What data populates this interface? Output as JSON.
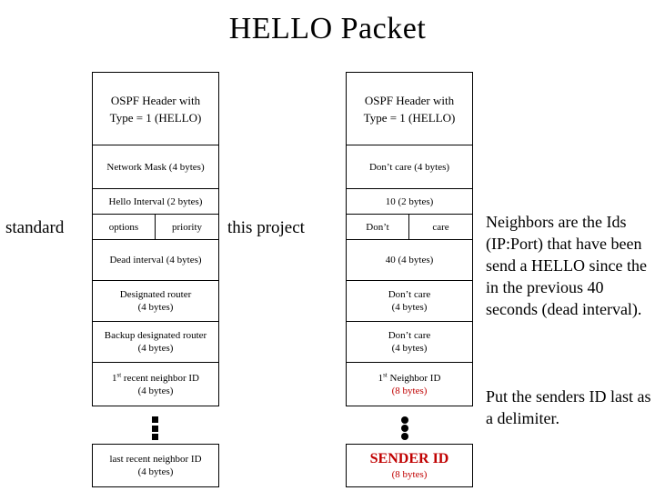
{
  "slide": {
    "title": "HELLO Packet",
    "accent_red": "#C00000",
    "background": "#FFFFFF"
  },
  "labels": {
    "left_column": "standard",
    "right_column": "this project"
  },
  "packet_standard": {
    "caption": "standard",
    "fields": [
      {
        "line1": "OSPF Header with",
        "line2": "Type = 1 (HELLO)"
      },
      {
        "line1": "Network Mask (4 bytes)"
      },
      {
        "line1": "Hello Interval (2 bytes)"
      },
      {
        "split": true,
        "left": "options",
        "right": "priority"
      },
      {
        "line1": "Dead interval (4 bytes)"
      },
      {
        "line1": "Designated router",
        "line2": "(4 bytes)"
      },
      {
        "line1": "Backup designated router",
        "line2": "(4 bytes)"
      },
      {
        "line1_pre": "1",
        "line1_sup": "st",
        "line1_post": " recent neighbor ID",
        "line2": "(4 bytes)"
      }
    ],
    "ellipsis": "vertical-dots-square",
    "tail": {
      "line1": "last recent neighbor ID",
      "line2": "(4 bytes)"
    }
  },
  "packet_project": {
    "caption": "this project",
    "fields": [
      {
        "line1": "OSPF Header with",
        "line2": "Type = 1 (HELLO)"
      },
      {
        "line1": "Don’t care (4 bytes)"
      },
      {
        "line1": "10 (2 bytes)"
      },
      {
        "split": true,
        "left": "Don’t",
        "right": "care"
      },
      {
        "line1": "40 (4 bytes)"
      },
      {
        "line1": "Don’t care",
        "line2": "(4 bytes)"
      },
      {
        "line1": "Don’t care",
        "line2": "(4 bytes)"
      },
      {
        "line1_pre": "1",
        "line1_sup": "st",
        "line1_post": " Neighbor ID",
        "line2": "(8 bytes)",
        "line2_red": true
      }
    ],
    "ellipsis": "vertical-dots-circle",
    "tail": {
      "line1": "SENDER ID",
      "line2": "(8 bytes)",
      "line1_red_bold": true,
      "line2_red": true
    }
  },
  "notes": {
    "neighbors": "Neighbors are the Ids (IP:Port) that have been send a HELLO since the in the previous 40 seconds (dead interval).",
    "sender": "Put the senders ID last as a delimiter."
  }
}
